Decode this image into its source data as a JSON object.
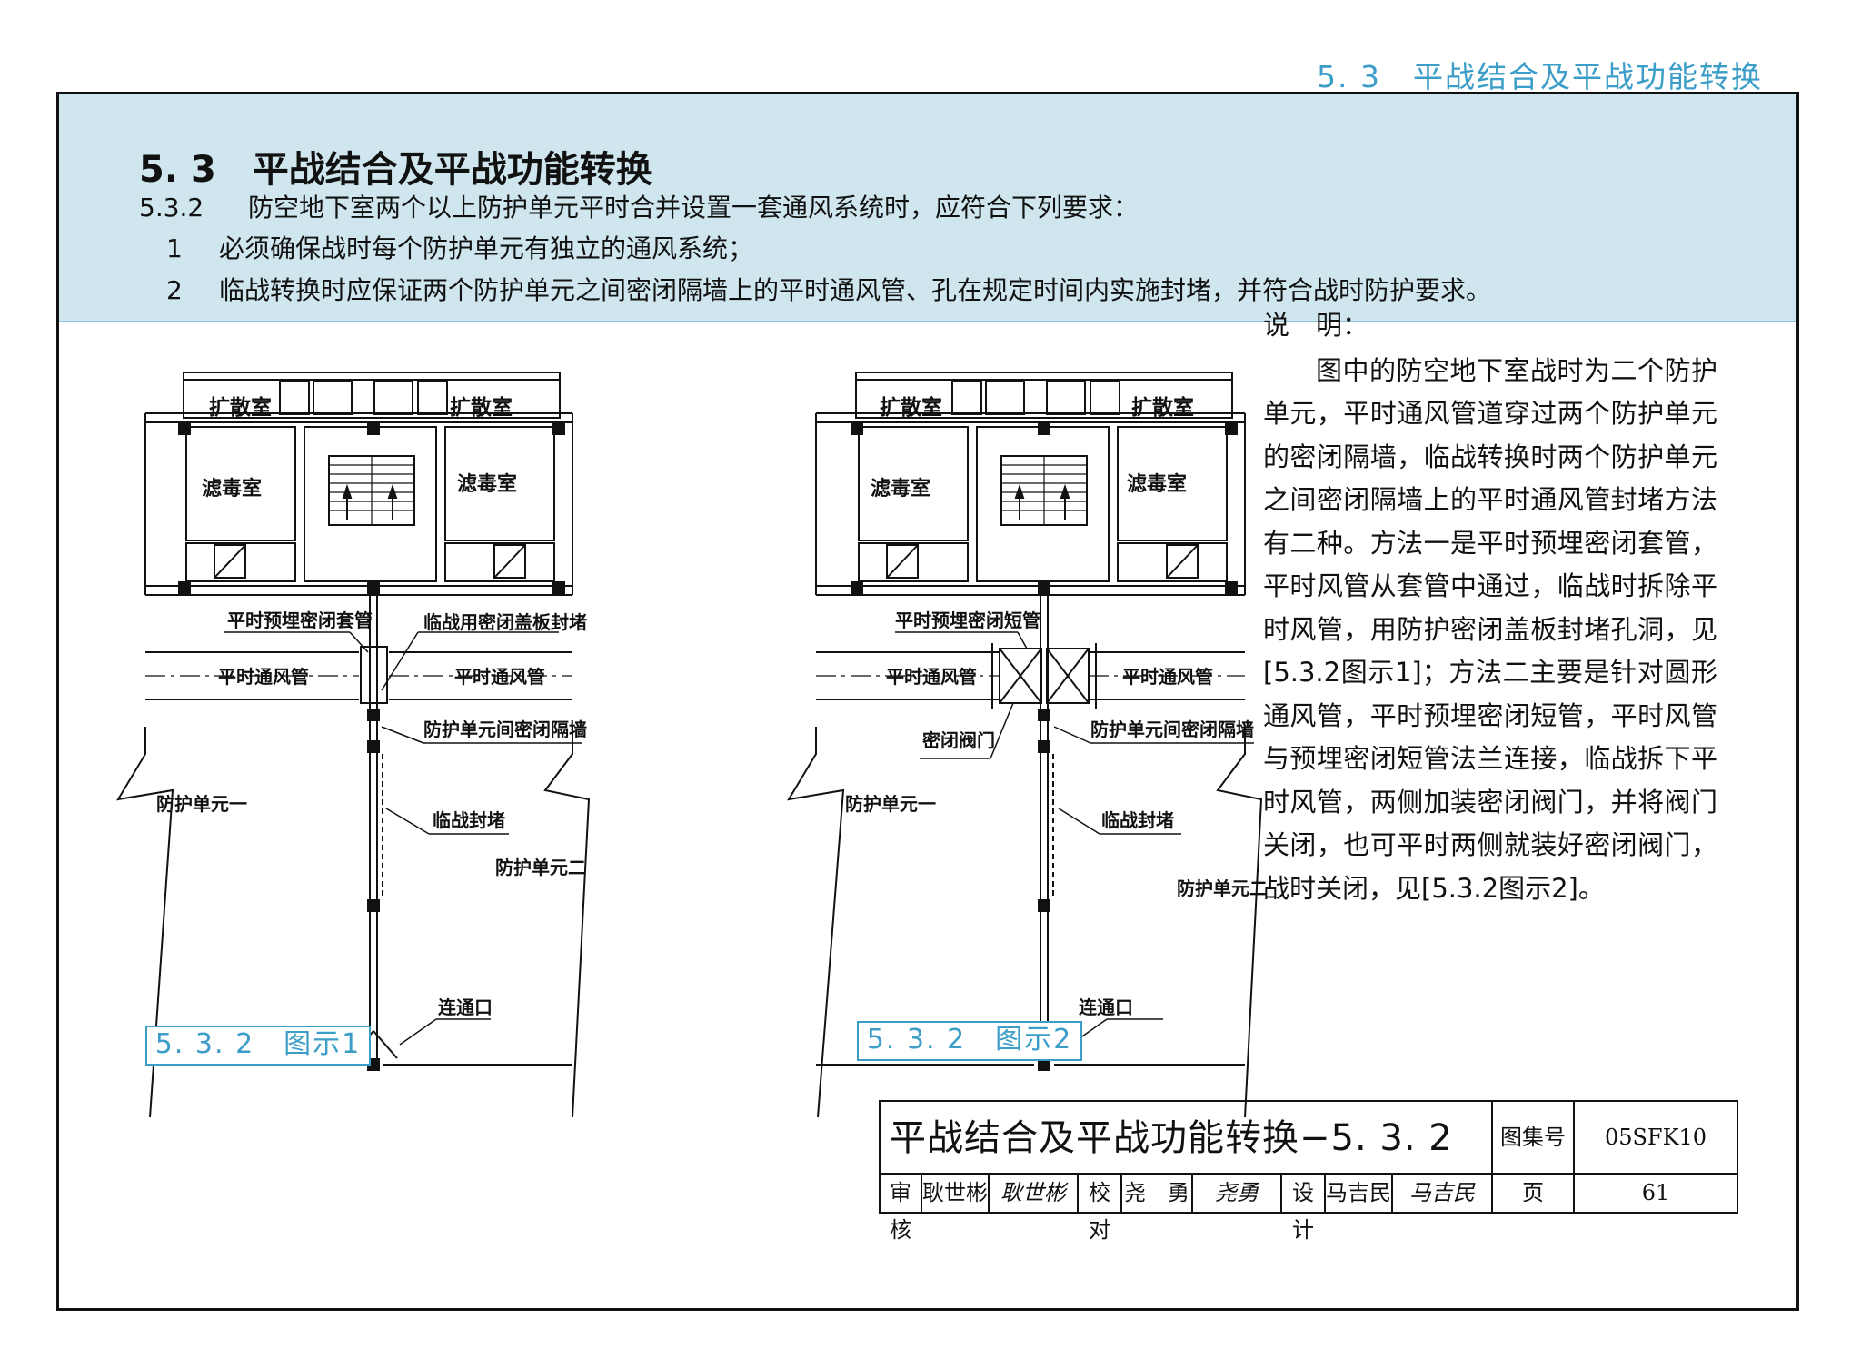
{
  "running_head": "5. 3　平战结合及平战功能转换",
  "section": {
    "title": "5. 3　平战结合及平战功能转换",
    "clause_number": "5.3.2",
    "clause_text": "防空地下室两个以上防护单元平时合并设置一套通风系统时，应符合下列要求：",
    "items": [
      {
        "num": "1",
        "text": "必须确保战时每个防护单元有独立的通风系统；"
      },
      {
        "num": "2",
        "text": "临战转换时应保证两个防护单元之间密闭隔墙上的平时通风管、孔在规定时间内实施封堵，并符合战时防护要求。"
      }
    ]
  },
  "figure1": {
    "caption": "5. 3. 2　图示1",
    "labels": {
      "diffusion_left": "扩散室",
      "diffusion_right": "扩散室",
      "filter_left": "滤毒室",
      "filter_right": "滤毒室",
      "sleeve": "平时预埋密闭套管",
      "cover_plate": "临战用密闭盖板封堵",
      "duct_left": "平时通风管",
      "duct_right": "平时通风管",
      "partition_wall": "防护单元间密闭隔墙",
      "unit_one": "防护单元一",
      "seal": "临战封堵",
      "unit_two": "防护单元二",
      "connecting_door": "连通口"
    }
  },
  "figure2": {
    "caption": "5. 3. 2　图示2",
    "labels": {
      "diffusion_left": "扩散室",
      "diffusion_right": "扩散室",
      "filter_left": "滤毒室",
      "filter_right": "滤毒室",
      "short_pipe": "平时预埋密闭短管",
      "duct_left": "平时通风管",
      "duct_right": "平时通风管",
      "valve": "密闭阀门",
      "partition_wall": "防护单元间密闭隔墙",
      "unit_one": "防护单元一",
      "seal": "临战封堵",
      "unit_two": "防护单元二",
      "connecting_door": "连通口"
    }
  },
  "notes": {
    "title": "说　明：",
    "body": "图中的防空地下室战时为二个防护单元，平时通风管道穿过两个防护单元的密闭隔墙，临战转换时两个防护单元之间密闭隔墙上的平时通风管封堵方法有二种。方法一是平时预埋密闭套管，平时风管从套管中通过，临战时拆除平时风管，用防护密闭盖板封堵孔洞，见[5.3.2图示1]；方法二主要是针对圆形通风管，平时预埋密闭短管，平时风管与预埋密闭短管法兰连接，临战拆下平时风管，两侧加装密闭阀门，并将阀门关闭，也可平时两侧就装好密闭阀门，战时关闭，见[5.3.2图示2]。"
  },
  "title_block": {
    "title": "平战结合及平战功能转换−5. 3. 2",
    "atlas_label": "图集号",
    "atlas_no": "05SFK10",
    "review_label": "审核",
    "review_name": "耿世彬",
    "review_sig": "耿世彬",
    "check_label": "校对",
    "check_name": "尧　勇",
    "check_sig": "尧勇",
    "design_label": "设计",
    "design_name": "马吉民",
    "design_sig": "马吉民",
    "page_label": "页",
    "page_no": "61"
  },
  "colors": {
    "accent": "#3c9ec8",
    "band": "#cfe6ee"
  }
}
